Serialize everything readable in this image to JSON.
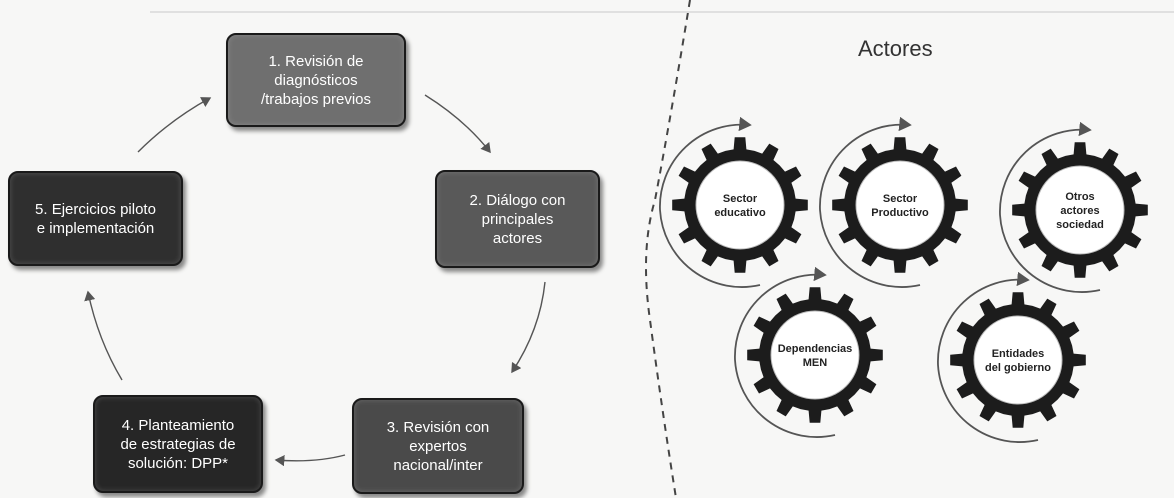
{
  "process": {
    "steps": [
      {
        "label": "1. Revisión de\ndiagnósticos\n/trabajos previos"
      },
      {
        "label": "2. Diálogo con\nprincipales\nactores"
      },
      {
        "label": "3. Revisión con\nexpertos\nnacional/inter"
      },
      {
        "label": "4. Planteamiento\nde estrategias de\nsolución: DPP*"
      },
      {
        "label": "5. Ejercicios piloto\ne implementación"
      }
    ]
  },
  "actors": {
    "title": "Actores",
    "gears": [
      {
        "lines": [
          "Sector",
          "educativo"
        ]
      },
      {
        "lines": [
          "Sector",
          "Productivo"
        ]
      },
      {
        "lines": [
          "Otros",
          "actores",
          "sociedad"
        ]
      },
      {
        "lines": [
          "Dependencias",
          "MEN"
        ]
      },
      {
        "lines": [
          "Entidades",
          "del gobierno"
        ]
      }
    ]
  },
  "colors": {
    "gear": "#1c1c1c",
    "gear_center": "#ffffff",
    "arrow": "#555555",
    "divider": "#444444"
  }
}
